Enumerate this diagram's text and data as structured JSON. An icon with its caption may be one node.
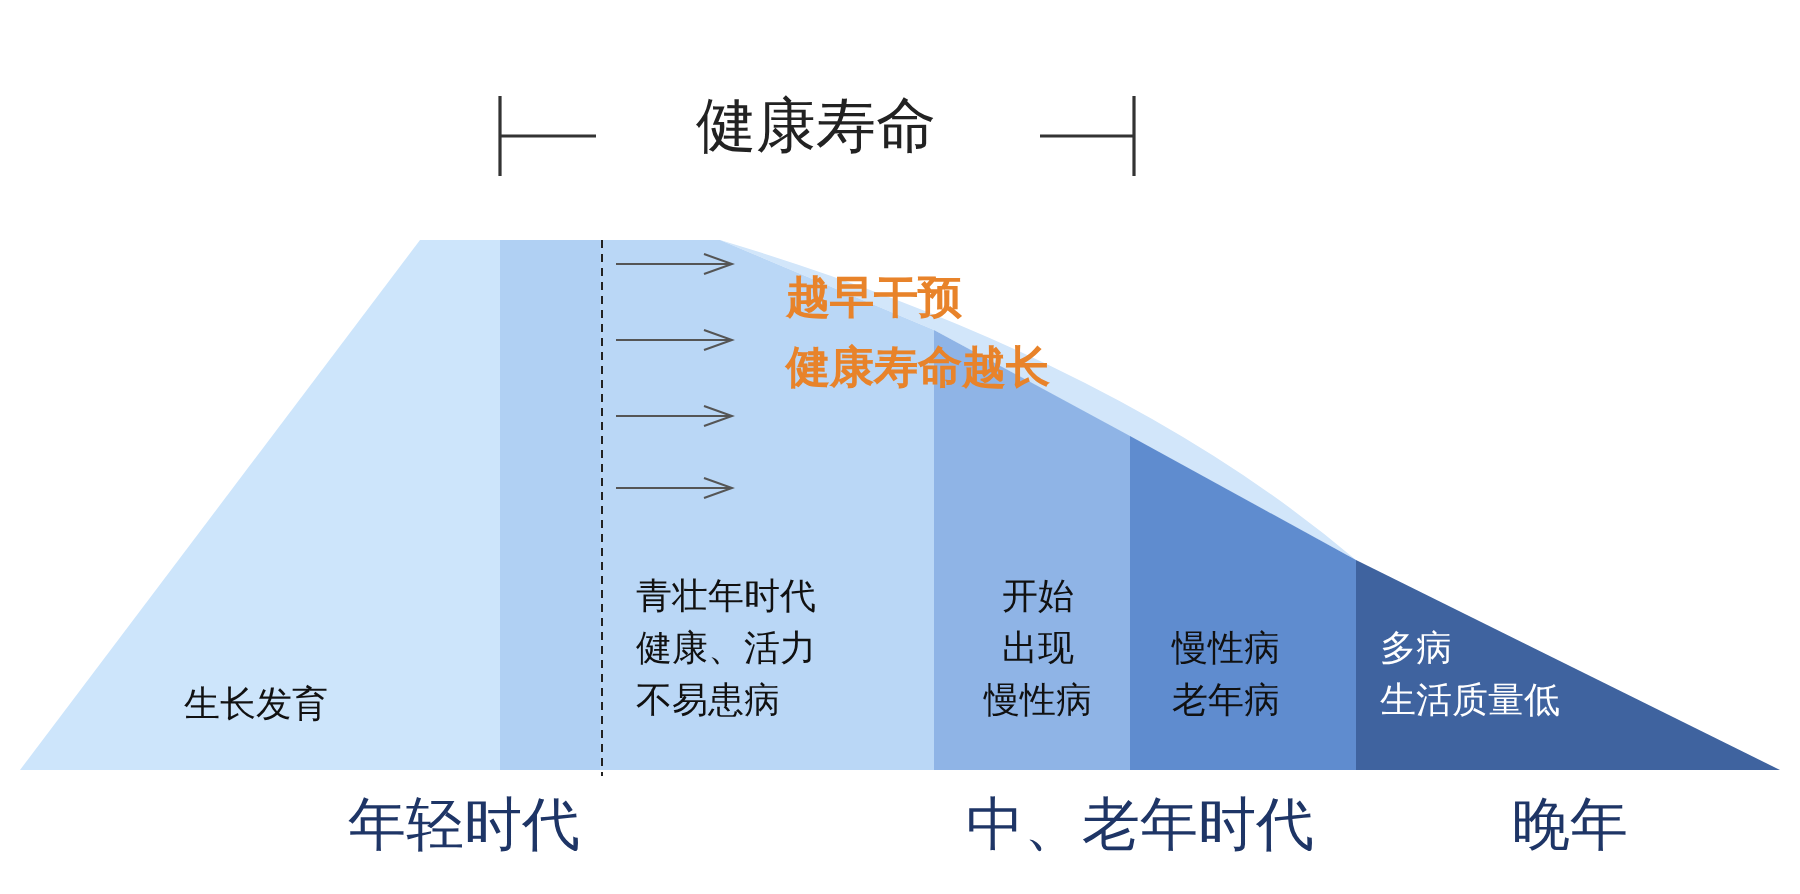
{
  "diagram": {
    "title": "健康寿命",
    "nodes": [
      {
        "text": [
          "生长发育"
        ]
      },
      {
        "text": [],
        "shape": "bar"
      },
      {
        "text": [
          "青壮年时代健康、活力不易患病"
        ]
      },
      {
        "text": [
          "开始出现慢性病"
        ]
      },
      {
        "text": [
          "慢性病老年病"
        ]
      },
      {
        "text": [
          "多病生活质量低"
        ]
      }
    ],
    "labels": [
      "越早干预",
      "健康寿命越长",
      "年轻时代",
      "中、老年时代",
      "晚年"
    ]
  }
}
